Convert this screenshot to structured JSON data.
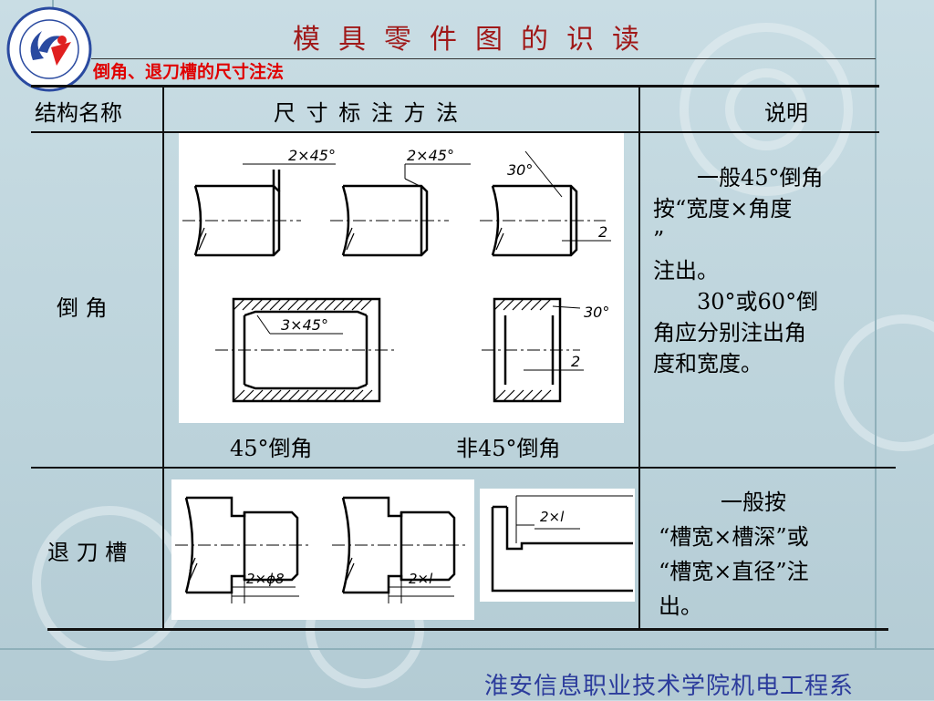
{
  "header": {
    "title": "模具零件图的识读",
    "subtitle": "倒角、退刀槽的尺寸注法"
  },
  "table": {
    "headers": [
      "结构名称",
      "尺 寸 标 注 方 法",
      "说明"
    ],
    "rows": [
      {
        "name": "倒 角",
        "captions": [
          "45°倒角",
          "非45°倒角"
        ],
        "description": [
          "一般45°倒角",
          "按“宽度×角度",
          "”",
          "注出。",
          "30°或60°倒",
          "角应分别注出角",
          "度和宽度。"
        ],
        "dims": [
          "2×45°",
          "2×45°",
          "30°",
          "2",
          "3×45°",
          "30°",
          "2"
        ]
      },
      {
        "name": "退 刀 槽",
        "description": [
          "一般按",
          "“槽宽×槽深”或",
          "“槽宽×直径”注",
          "出。"
        ],
        "dims": [
          "2×ϕ8",
          "2×l",
          "2×l"
        ]
      }
    ]
  },
  "footer": "淮安信息职业技术学院机电工程系",
  "colors": {
    "title": "#a01818",
    "subtitle": "#e00000",
    "footer": "#2c3c9c",
    "background": "#c9dde4"
  },
  "icons": [
    "college-logo-icon"
  ]
}
